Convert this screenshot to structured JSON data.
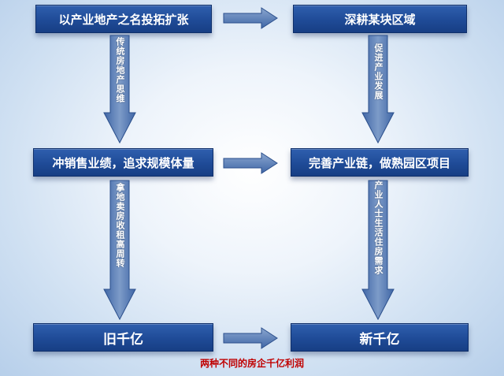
{
  "boxes": {
    "tl": "以产业地产之名投拓扩张",
    "tr": "深耕某块区域",
    "ml": "冲销售业绩，追求规模体量",
    "mr": "完善产业链，做熟园区项目",
    "bl": "旧千亿",
    "br": "新千亿"
  },
  "arrow_labels": {
    "left_upper": "传统房地产思维",
    "left_lower": "拿地卖房收租高周转",
    "right_upper": "促进产业发展",
    "right_lower": "产业人士生活住房需求"
  },
  "caption": "两种不同的房企千亿利润",
  "colors": {
    "box_fill": "#1f4b97",
    "arrow_fill": "#5b7fb6",
    "caption": "#c00000"
  }
}
